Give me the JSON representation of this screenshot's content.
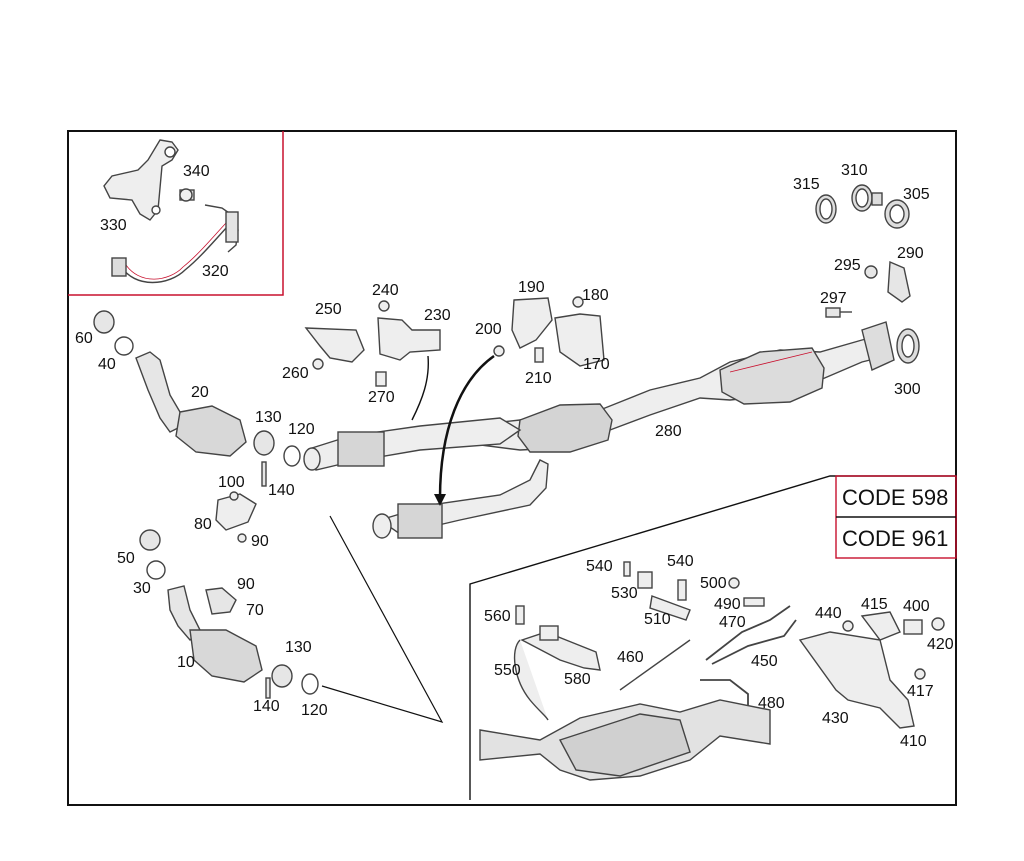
{
  "colors": {
    "frame": "#111111",
    "accent_red": "#c8102e",
    "part_fill": "#e8e8e8",
    "part_stroke": "#444444"
  },
  "codes": [
    "CODE 598",
    "CODE 961"
  ],
  "labels": [
    "340",
    "330",
    "320",
    "315",
    "310",
    "305",
    "295",
    "290",
    "297",
    "300",
    "250",
    "240",
    "230",
    "260",
    "270",
    "190",
    "180",
    "200",
    "210",
    "170",
    "280",
    "60",
    "40",
    "20",
    "130",
    "120",
    "140",
    "100",
    "80",
    "90",
    "50",
    "30",
    "90",
    "70",
    "10",
    "130",
    "140",
    "120",
    "540",
    "540",
    "530",
    "500",
    "490",
    "470",
    "560",
    "510",
    "440",
    "415",
    "400",
    "420",
    "460",
    "450",
    "550",
    "580",
    "417",
    "480",
    "430",
    "410"
  ]
}
